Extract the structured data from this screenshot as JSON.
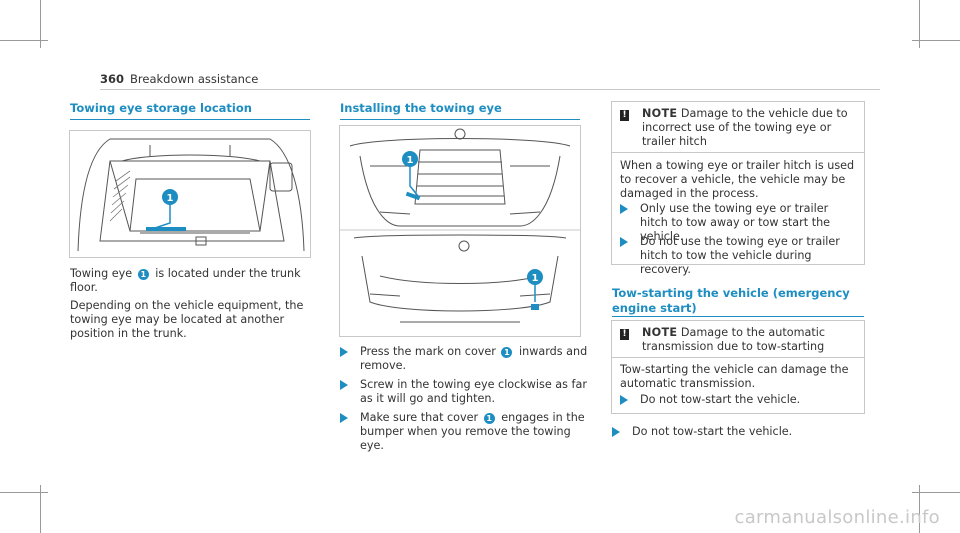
{
  "header": {
    "page_number": "360",
    "section": "Breakdown assistance"
  },
  "storage": {
    "title": "Towing eye storage location",
    "callout": "1",
    "p1_pre": "Towing eye",
    "p1_post": "is located under the trunk floor.",
    "p2": "Depending on the vehicle equipment, the towing eye may be located at another position in the trunk."
  },
  "installing": {
    "title": "Installing the towing eye",
    "callout": "1",
    "step1_pre": "Press the mark on cover",
    "step1_post": "inwards and remove.",
    "step2": "Screw in the towing eye clockwise as far as it will go and tighten.",
    "step3_pre": "Make sure that cover",
    "step3_post": "engages in the bumper when you remove the towing eye."
  },
  "note1": {
    "icon": "!",
    "label": "NOTE",
    "heading": "Damage to the vehicle due to incorrect use of the towing eye or trailer hitch",
    "body": "When a towing eye or trailer hitch is used to recover a vehicle, the vehicle may be damaged in the process.",
    "step1": "Only use the towing eye or trailer hitch to tow away or tow start the vehicle.",
    "step2": "Do not use the towing eye or trailer hitch to tow the vehicle during recovery."
  },
  "towstart": {
    "title": "Tow-starting the vehicle (emergency engine start)"
  },
  "note2": {
    "icon": "!",
    "label": "NOTE",
    "heading": "Damage to the automatic transmission due to tow-starting",
    "body": "Tow-starting the vehicle can damage the automatic transmission.",
    "step1": "Do not tow-start the vehicle."
  },
  "final_step": "Do not tow-start the vehicle.",
  "watermark": "carmanualsonline.info",
  "colors": {
    "accent": "#1e8ec2",
    "text": "#333333",
    "border": "#c8c8c8"
  }
}
